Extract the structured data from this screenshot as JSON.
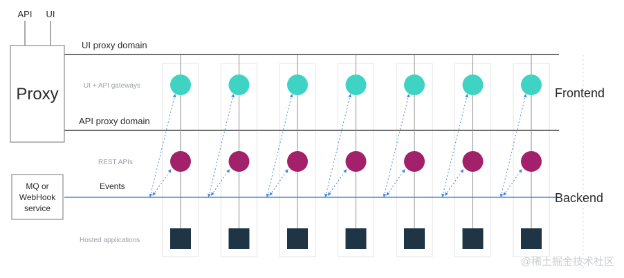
{
  "proxy": {
    "label": "Proxy",
    "inputs": [
      "API",
      "UI"
    ]
  },
  "mq_box": {
    "label_lines": [
      "MQ or",
      "WebHook",
      "service"
    ]
  },
  "lines": {
    "ui_proxy_domain": "UI proxy domain",
    "api_proxy_domain": "API proxy domain",
    "events": "Events"
  },
  "row_labels": {
    "gateways": "UI + API gateways",
    "rest_apis": "REST APIs",
    "hosted_apps": "Hosted applications"
  },
  "side_labels": {
    "frontend": "Frontend",
    "backend": "Backend"
  },
  "column_count": 7,
  "colors": {
    "gateway": "#3fd3c4",
    "rest_api": "#a3216b",
    "hosted_app": "#1f3445",
    "event_bus": "#4a86d6",
    "domain_line": "#707070",
    "column_frame": "#e3e3e3",
    "dashed_arrow": "#4a86d6"
  },
  "watermark": "@稀土掘金技术社区"
}
